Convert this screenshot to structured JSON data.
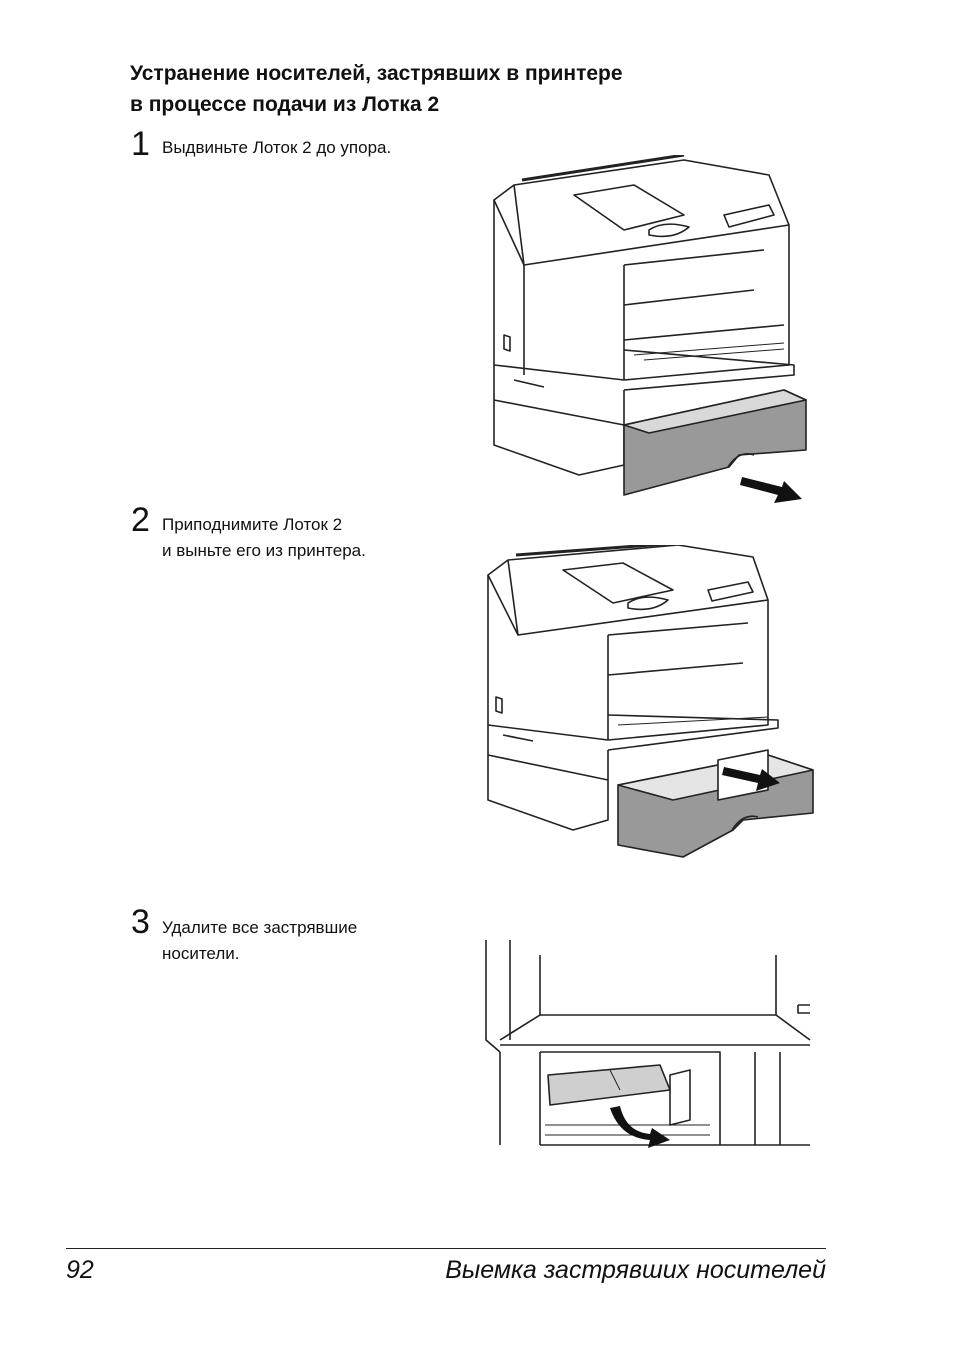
{
  "heading": {
    "line1": "Устранение носителей, застрявших в принтере",
    "line2": "в процессе подачи из Лотка 2"
  },
  "steps": [
    {
      "number": "1",
      "lines": [
        "Выдвиньте Лоток 2 до упора."
      ],
      "illustration": "printer-tray-pulled-out"
    },
    {
      "number": "2",
      "lines": [
        "Приподнимите Лоток 2",
        "и выньте его из принтера."
      ],
      "illustration": "printer-tray-removed"
    },
    {
      "number": "3",
      "lines": [
        "Удалите все застрявшие",
        "носители."
      ],
      "illustration": "jammed-paper-removal"
    }
  ],
  "footer": {
    "page_number": "92",
    "section_title": "Выемка застрявших носителей"
  }
}
